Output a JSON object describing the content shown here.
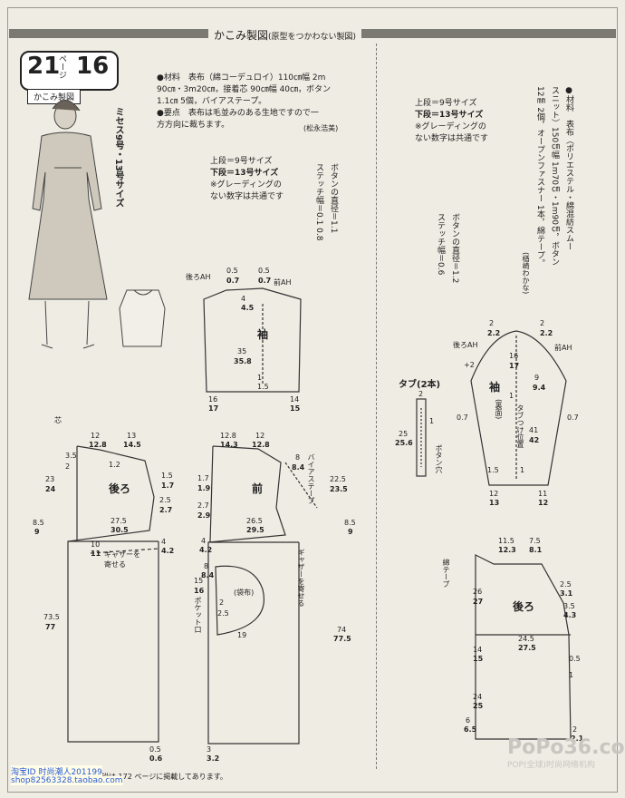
{
  "header": {
    "title": "かこみ製図",
    "title_note": "(原型をつかわない製図)"
  },
  "badge": {
    "left_num": "21",
    "page_word": "ページ",
    "right_num": "16",
    "subtitle": "かこみ製図"
  },
  "size_vertical": "ミセス9号・13号サイズ",
  "left_materials": {
    "line1": "●材料　表布（綿コーデュロイ）110㎝幅 2m",
    "line2": "90㎝・3m20㎝，接着芯 90㎝幅 40㎝，ボタン",
    "line3": "1.1㎝ 5個，バイアステープ。",
    "line4": "●要点　表布は毛並みのある生地ですので一",
    "line5": "方方向に裁ちます。",
    "credit": "(松永浩美)"
  },
  "left_legend": {
    "l1": "上段＝9号サイズ",
    "l2": "下段＝13号サイズ",
    "l3": "※グレーディングの",
    "l4": "ない数字は共通です"
  },
  "left_button_note": "ボタンの直径＝1.1",
  "left_stitch_note": "ステッチ幅＝0.1 0.8",
  "right_legend": {
    "l1": "上段＝9号サイズ",
    "l2": "下段＝13号サイズ",
    "l3": "※グレーディングの",
    "l4": "ない数字は共通です"
  },
  "right_button_note": "ボタンの直径＝1.2",
  "right_stitch_note": "ステッチ幅＝0.6",
  "right_materials": {
    "col1": "●材料　表布（ポリエステル・綿混紡スムー",
    "col2": "スニット）150㎝幅 1m70㎝・1m90㎝，ボタン",
    "col3": "12㎜ 2個，オープンファスナー 1本，綿テープ。",
    "credit": "(楢崎わかな)"
  },
  "sleeve_left": {
    "name": "袖",
    "back_ah": "後ろAH",
    "front_ah": "前AH",
    "top_a": "0.5",
    "top_b": "0.7",
    "top_c": "0.5",
    "top_d": "0.7",
    "cap_a": "4",
    "cap_b": "4.5",
    "len_a": "35",
    "len_b": "35.8",
    "hem_a": "1",
    "hem_b": "1.5",
    "bw_a": "16",
    "bw_b": "17",
    "fw_a": "14",
    "fw_b": "15"
  },
  "back_left": {
    "name": "後ろ",
    "w1a": "12",
    "w1b": "12.8",
    "w2a": "13",
    "w2b": "14.5",
    "m35": "3.5",
    "m2": "2",
    "m12": "1.2",
    "m15": "1.5",
    "m17": "1.7",
    "m25": "2.5",
    "m27": "2.7",
    "h23": "23",
    "h24": "24",
    "y275": "27.5",
    "y305": "30.5",
    "s85": "8.5",
    "s9": "9",
    "g10": "10",
    "g11": "11",
    "gather": "ギャザーを",
    "gather2": "寄せる",
    "r4": "4",
    "r42": "4.2",
    "len_a": "73.5",
    "len_b": "77",
    "hem_a": "0.5",
    "hem_b": "0.6",
    "tag": "芯"
  },
  "front_left": {
    "name": "前",
    "w1a": "12.8",
    "w1b": "14.3",
    "w2a": "12",
    "w2b": "12.8",
    "m8": "8",
    "m84": "8.4",
    "m17": "1.7",
    "m19": "1.9",
    "m27": "2.7",
    "m29": "2.9",
    "y265": "26.5",
    "y295": "29.5",
    "h225": "22.5",
    "h235": "23.5",
    "bias": "バイアステープ",
    "s85": "8.5",
    "s9": "9",
    "r4": "4",
    "r42": "4.2",
    "g8": "8",
    "g84": "8.4",
    "gather": "ギャザーを寄せる",
    "p15": "15",
    "p16": "16",
    "pocket": "ポケット口",
    "pocket_bag": "(袋布)",
    "p2": "2",
    "p25": "2.5",
    "p19": "19",
    "len_a": "74",
    "len_b": "77.5",
    "hem_a": "3",
    "hem_b": "3.2"
  },
  "sleeve_right": {
    "name": "袖",
    "back_ah": "後ろAH",
    "front_ah": "前AH",
    "t2a": "2",
    "t22": "2.2",
    "t2b": "2",
    "t22b": "2.2",
    "dplus": "+2",
    "h16": "16",
    "h17": "17",
    "h9": "9",
    "h94": "9.4",
    "h1": "1",
    "mid": "(裏面)",
    "tab": "タブつけ位置",
    "s07a": "0.7",
    "s07b": "0.7",
    "l41": "41",
    "l42": "42",
    "h15": "1.5",
    "h10": "1",
    "b12": "12",
    "b13": "13",
    "f11": "11",
    "f12": "12"
  },
  "tab": {
    "name": "タブ(2本)",
    "t2": "2",
    "t1": "1",
    "l25": "25",
    "l256": "25.6",
    "hole": "ボタン穴"
  },
  "back_right": {
    "name": "後ろ",
    "w1a": "11.5",
    "w1b": "12.3",
    "w2a": "7.5",
    "w2b": "8.1",
    "tape": "綿テープ",
    "h26": "26",
    "h27": "27",
    "m25": "2.5",
    "m31": "3.1",
    "m35": "3.5",
    "m43": "4.3",
    "y245": "24.5",
    "y275": "27.5",
    "h14": "14",
    "h15": "15",
    "r05": "0.5",
    "r1": "1",
    "h24": "24",
    "h25": "25",
    "b6": "6",
    "b65": "6.5",
    "b2": "2",
    "b21": "2.1"
  },
  "footer": {
    "ref": "仕立て方の詳しい解説は 172 ページに掲載してあります。",
    "shop1": "淘宝ID 时尚潮人201199",
    "shop2": "shop82563328.taobao.com",
    "watermark": "PoPo36.com",
    "watermark2": "POP(全球)时尚网络机构"
  }
}
